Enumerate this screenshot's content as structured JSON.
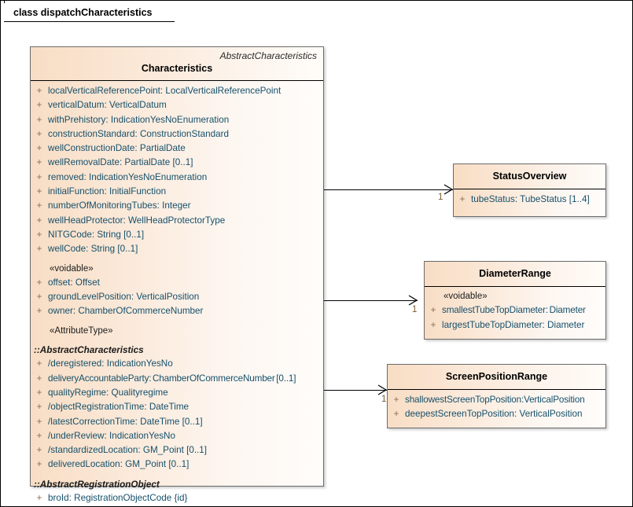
{
  "diagram": {
    "tab_label": "class dispatchCharacteristics"
  },
  "main_class": {
    "stereotype": "AbstractCharacteristics",
    "name": "Characteristics",
    "sections": [
      {
        "kind": "attributes",
        "items": [
          {
            "visibility": "+",
            "text": "localVerticalReferencePoint: LocalVerticalReferencePoint"
          },
          {
            "visibility": "+",
            "text": "verticalDatum: VerticalDatum"
          },
          {
            "visibility": "+",
            "text": "withPrehistory: IndicationYesNoEnumeration"
          },
          {
            "visibility": "+",
            "text": "constructionStandard: ConstructionStandard"
          },
          {
            "visibility": "+",
            "text": "wellConstructionDate: PartialDate"
          },
          {
            "visibility": "+",
            "text": "wellRemovalDate: PartialDate [0..1]"
          },
          {
            "visibility": "+",
            "text": "removed: IndicationYesNoEnumeration"
          },
          {
            "visibility": "+",
            "text": "initialFunction: InitialFunction"
          },
          {
            "visibility": "+",
            "text": "numberOfMonitoringTubes: Integer"
          },
          {
            "visibility": "+",
            "text": "wellHeadProtector: WellHeadProtectorType"
          },
          {
            "visibility": "+",
            "text": "NITGCode: String [0..1]"
          },
          {
            "visibility": "+",
            "text": "wellCode: String [0..1]"
          }
        ]
      },
      {
        "kind": "stereotype-group",
        "stereotype": "«voidable»",
        "items": [
          {
            "visibility": "+",
            "text": "offset: Offset"
          },
          {
            "visibility": "+",
            "text": "groundLevelPosition: VerticalPosition"
          },
          {
            "visibility": "+",
            "text": "owner: ChamberOfCommerceNumber"
          }
        ]
      },
      {
        "kind": "stereotype-group",
        "stereotype": "«AttributeType»",
        "items": []
      },
      {
        "kind": "inherited-group",
        "group": "::AbstractCharacteristics",
        "items": [
          {
            "visibility": "+",
            "text": "/deregistered: IndicationYesNo"
          },
          {
            "visibility": "+",
            "text": "deliveryAccountableParty: ChamberOfCommerceNumber [0..1]",
            "condensed": true
          },
          {
            "visibility": "+",
            "text": "qualityRegime: Qualityregime"
          },
          {
            "visibility": "+",
            "text": "/objectRegistrationTime: DateTime"
          },
          {
            "visibility": "+",
            "text": "/latestCorrectionTime: DateTime [0..1]"
          },
          {
            "visibility": "+",
            "text": "/underReview: IndicationYesNo"
          },
          {
            "visibility": "+",
            "text": "/standardizedLocation: GM_Point [0..1]"
          },
          {
            "visibility": "+",
            "text": "deliveredLocation: GM_Point [0..1]"
          }
        ]
      },
      {
        "kind": "inherited-group",
        "group": "::AbstractRegistrationObject",
        "items": [
          {
            "visibility": "+",
            "text": "broId: RegistrationObjectCode {id}"
          }
        ]
      }
    ]
  },
  "related_classes": [
    {
      "id": "status-overview",
      "name": "StatusOverview",
      "stereotype": null,
      "attributes": [
        {
          "visibility": "+",
          "text": "tubeStatus: TubeStatus [1..4]"
        }
      ]
    },
    {
      "id": "diameter-range",
      "name": "DiameterRange",
      "stereotype": "«voidable»",
      "attributes": [
        {
          "visibility": "+",
          "text": "smallestTubeTopDiameter: Diameter",
          "condensed": true
        },
        {
          "visibility": "+",
          "text": "largestTubeTopDiameter: Diameter"
        }
      ]
    },
    {
      "id": "screen-position-range",
      "name": "ScreenPositionRange",
      "stereotype": null,
      "attributes": [
        {
          "visibility": "+",
          "text": "shallowestScreenTopPosition:VerticalPosition",
          "condensed": true
        },
        {
          "visibility": "+",
          "text": "deepestScreenTopPosition: VerticalPosition"
        }
      ]
    }
  ],
  "connectors": [
    {
      "id": "conn-status-overview",
      "target": "StatusOverview",
      "multiplicity": "1"
    },
    {
      "id": "conn-diameter-range",
      "target": "DiameterRange",
      "multiplicity": "1"
    },
    {
      "id": "conn-screen-position-range",
      "target": "ScreenPositionRange",
      "multiplicity": "1"
    }
  ],
  "colors": {
    "class_fill_left": "#f8ddc4",
    "class_fill_right": "#fffcfa",
    "border": "#6b6b6b",
    "attribute_text": "#16506b",
    "visibility_marker": "#8c6a52",
    "multiplicity_text": "#7a5c2e"
  }
}
